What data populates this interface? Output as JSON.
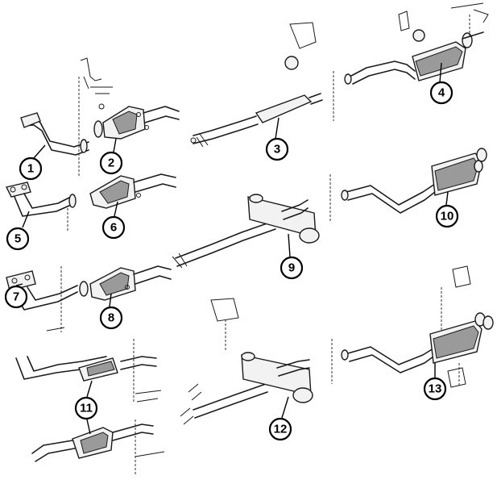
{
  "callouts": [
    {
      "label": "1"
    },
    {
      "label": "2"
    },
    {
      "label": "3"
    },
    {
      "label": "4"
    },
    {
      "label": "5"
    },
    {
      "label": "6"
    },
    {
      "label": "7"
    },
    {
      "label": "8"
    },
    {
      "label": "9"
    },
    {
      "label": "10"
    },
    {
      "label": "11"
    },
    {
      "label": "12"
    },
    {
      "label": "13"
    }
  ],
  "colors": {
    "ink": "#1a1a1a",
    "background": "#ffffff",
    "shade": "#9a9a9a"
  }
}
